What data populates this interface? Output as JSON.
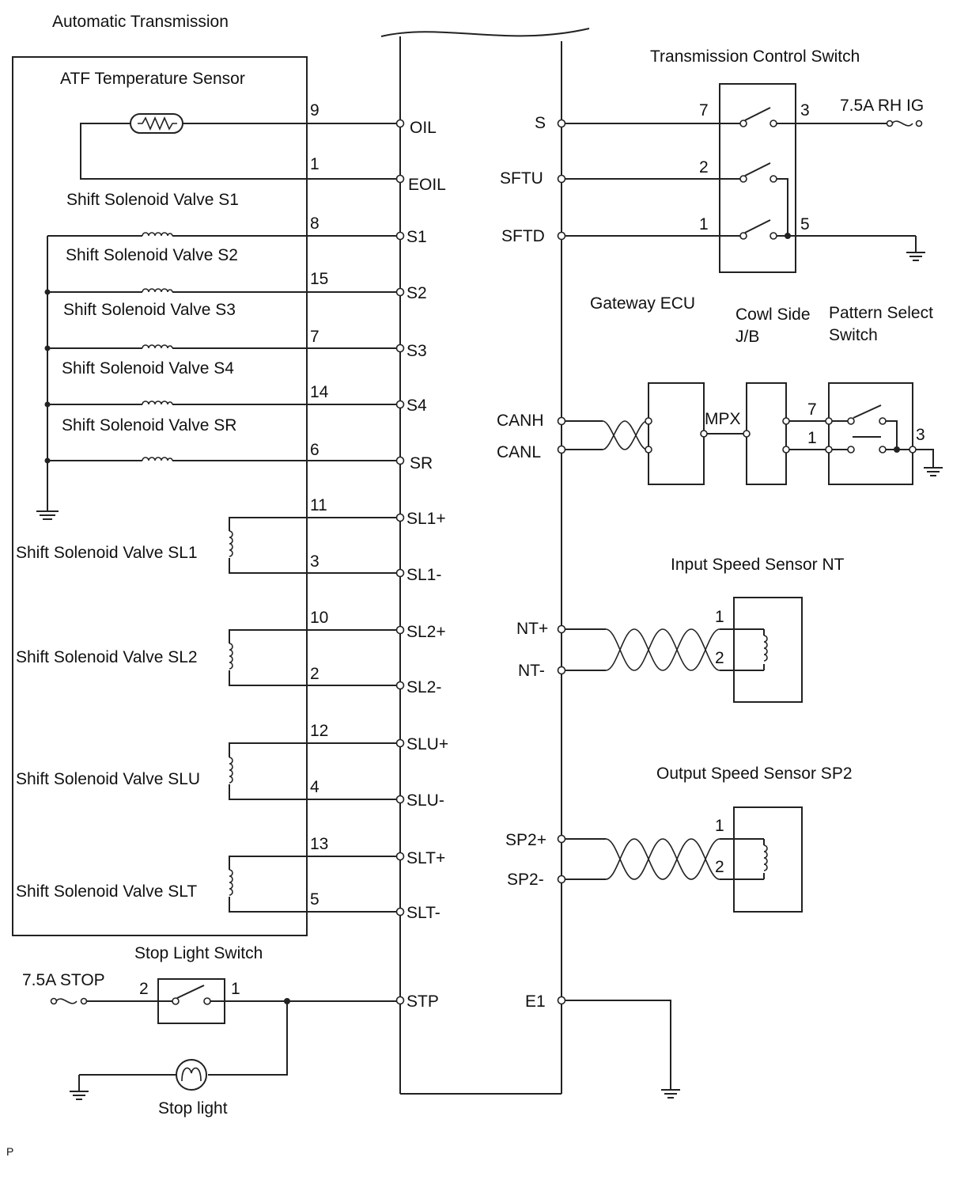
{
  "title": "Automatic Transmission",
  "footer_mark": "P",
  "ecm_pins_left": [
    "OIL",
    "EOIL",
    "S1",
    "S2",
    "S3",
    "S4",
    "SR",
    "SL1+",
    "SL1-",
    "SL2+",
    "SL2-",
    "SLU+",
    "SLU-",
    "SLT+",
    "SLT-",
    "STP"
  ],
  "ecm_pins_right": [
    "S",
    "SFTU",
    "SFTD",
    "CANH",
    "CANL",
    "NT+",
    "NT-",
    "SP2+",
    "SP2-",
    "E1"
  ],
  "at_pin_numbers": [
    "9",
    "1",
    "8",
    "15",
    "7",
    "14",
    "6",
    "11",
    "3",
    "10",
    "2",
    "12",
    "4",
    "13",
    "5"
  ],
  "components": {
    "atf_sensor": "ATF Temperature Sensor",
    "s1": "Shift Solenoid Valve S1",
    "s2": "Shift Solenoid Valve S2",
    "s3": "Shift Solenoid Valve S3",
    "s4": "Shift Solenoid Valve S4",
    "sr": "Shift Solenoid Valve SR",
    "sl1": "Shift Solenoid Valve SL1",
    "sl2": "Shift Solenoid Valve SL2",
    "slu": "Shift Solenoid Valve SLU",
    "slt": "Shift Solenoid Valve SLT",
    "tcs": "Transmission Control Switch",
    "rh_ig_fuse": "7.5A RH IG",
    "tcs_pins": [
      "7",
      "3",
      "2",
      "1",
      "5"
    ],
    "gateway": "Gateway ECU",
    "mpx": "MPX",
    "cowl_1": "Cowl Side",
    "cowl_2": "J/B",
    "pattern_1": "Pattern Select",
    "pattern_2": "Switch",
    "pattern_pins": [
      "7",
      "1",
      "3"
    ],
    "nt_sensor": "Input Speed Sensor NT",
    "sp2_sensor": "Output Speed Sensor SP2",
    "sensor_pins": [
      "1",
      "2"
    ],
    "stop_switch": "Stop Light Switch",
    "stop_fuse": "7.5A STOP",
    "stop_switch_pins": [
      "2",
      "1"
    ],
    "stop_light": "Stop light"
  }
}
